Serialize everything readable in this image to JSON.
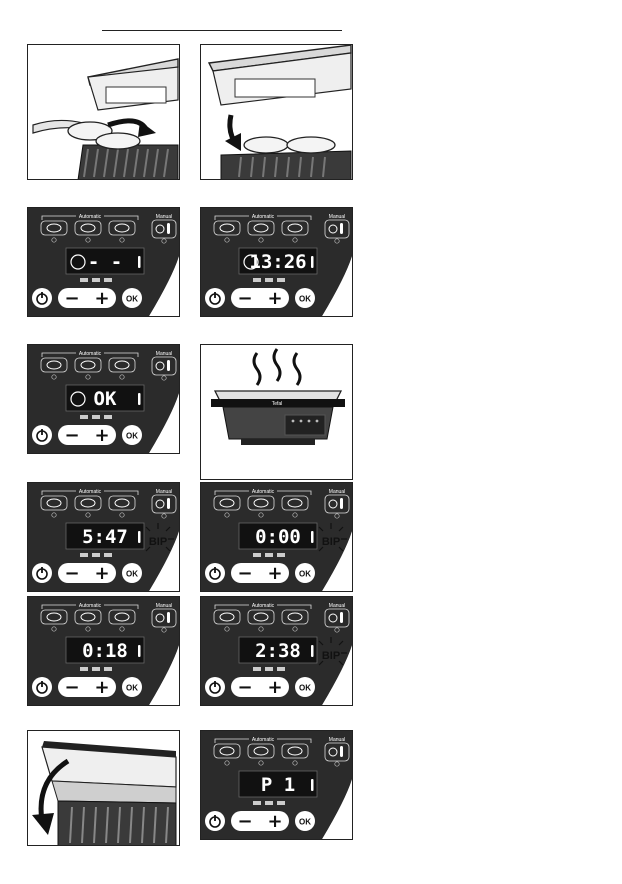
{
  "page": {
    "header_rule": true
  },
  "control_panel": {
    "automatic_label": "Automatic",
    "manual_label": "Manual",
    "ok_label": "OK",
    "minus_symbol": "−",
    "plus_symbol": "+",
    "bip_label": "BIP"
  },
  "grill_brand": "Tefal",
  "panels": [
    {
      "id": "p1",
      "kind": "illustration",
      "scene": "placing-food-on-open-grill"
    },
    {
      "id": "p2",
      "kind": "illustration",
      "scene": "closing-lid-on-food"
    },
    {
      "id": "p3",
      "kind": "control",
      "display": "- -",
      "bip": false
    },
    {
      "id": "p4",
      "kind": "control",
      "display": "13:26",
      "bip": false
    },
    {
      "id": "p5",
      "kind": "control",
      "display": "OK",
      "bip": false
    },
    {
      "id": "p6",
      "kind": "illustration",
      "scene": "closed-grill-steaming"
    },
    {
      "id": "p7",
      "kind": "control",
      "display": "5:47",
      "bip": true
    },
    {
      "id": "p8",
      "kind": "control",
      "display": "0:00",
      "bip": true
    },
    {
      "id": "p9",
      "kind": "control",
      "display": "0:18",
      "bip": false
    },
    {
      "id": "p10",
      "kind": "control",
      "display": "2:38",
      "bip": true
    },
    {
      "id": "p11",
      "kind": "illustration",
      "scene": "opening-lid"
    },
    {
      "id": "p12",
      "kind": "control",
      "display": "P 1",
      "bip": false
    }
  ]
}
